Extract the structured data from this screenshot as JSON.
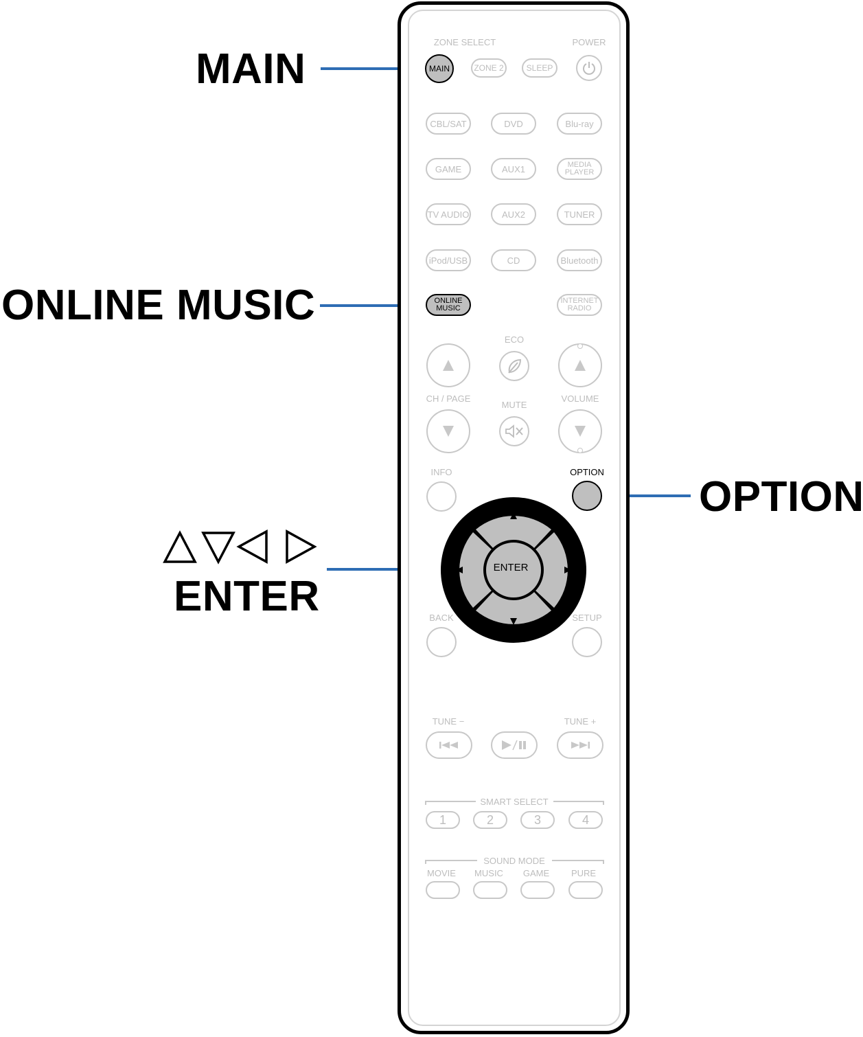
{
  "colors": {
    "leader": "#2e6db4",
    "highlight_fill": "#bfbfbf",
    "inactive": "#c8c8c8"
  },
  "callouts": {
    "main": "MAIN",
    "online_music": "ONLINE MUSIC",
    "option": "OPTION",
    "enter": "ENTER"
  },
  "remote": {
    "zone_select_label": "ZONE SELECT",
    "power_label": "POWER",
    "main": "MAIN",
    "zone2": "ZONE 2",
    "sleep": "SLEEP",
    "sources": {
      "cbl_sat": "CBL/SAT",
      "dvd": "DVD",
      "bluray": "Blu-ray",
      "game": "GAME",
      "aux1": "AUX1",
      "media_player_1": "MEDIA",
      "media_player_2": "PLAYER",
      "tv_audio": "TV AUDIO",
      "aux2": "AUX2",
      "tuner": "TUNER",
      "ipod_usb": "iPod/USB",
      "cd": "CD",
      "bluetooth": "Bluetooth",
      "online_music_1": "ONLINE",
      "online_music_2": "MUSIC",
      "internet_radio_1": "INTERNET",
      "internet_radio_2": "RADIO"
    },
    "eco": "ECO",
    "ch_page": "CH / PAGE",
    "mute": "MUTE",
    "volume": "VOLUME",
    "info": "INFO",
    "option": "OPTION",
    "enter": "ENTER",
    "back": "BACK",
    "setup": "SETUP",
    "tune_minus": "TUNE −",
    "tune_plus": "TUNE +",
    "smart_select": "SMART SELECT",
    "smart_buttons": [
      "1",
      "2",
      "3",
      "4"
    ],
    "sound_mode": "SOUND MODE",
    "sound_modes": [
      "MOVIE",
      "MUSIC",
      "GAME",
      "PURE"
    ]
  }
}
